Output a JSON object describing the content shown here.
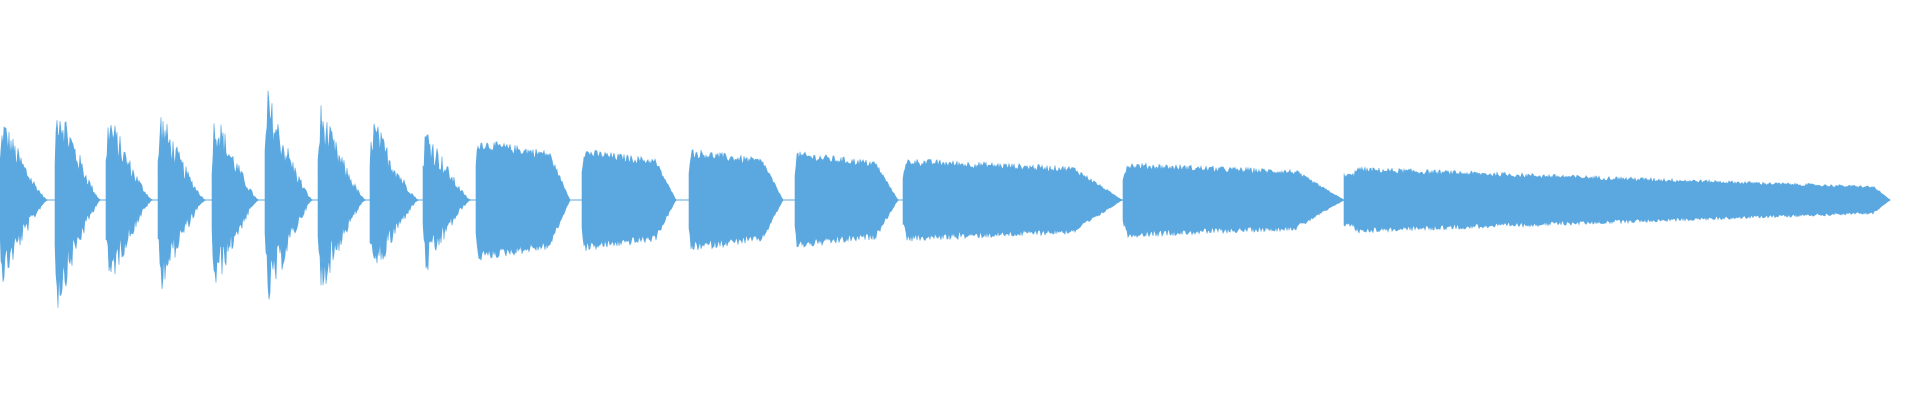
{
  "waveform": {
    "color": "#5ba8e0",
    "background": "#ffffff",
    "segments": [
      {
        "type": "pluck",
        "amplitude": 0.62
      },
      {
        "type": "pluck",
        "amplitude": 0.8
      },
      {
        "type": "pluck",
        "amplitude": 0.66
      },
      {
        "type": "pluck",
        "amplitude": 0.66
      },
      {
        "type": "pluck",
        "amplitude": 0.68
      },
      {
        "type": "pluck",
        "amplitude": 0.8
      },
      {
        "type": "pluck",
        "amplitude": 0.7
      },
      {
        "type": "pluck",
        "amplitude": 0.62
      },
      {
        "type": "pluck",
        "amplitude": 0.56
      },
      {
        "type": "sustain",
        "amplitude": 0.44
      },
      {
        "type": "sustain",
        "amplitude": 0.37
      },
      {
        "type": "sustain",
        "amplitude": 0.37
      },
      {
        "type": "sustain",
        "amplitude": 0.35
      },
      {
        "type": "sustain",
        "amplitude": 0.3
      },
      {
        "type": "sustain",
        "amplitude": 0.27
      },
      {
        "type": "sustain",
        "amplitude": 0.24
      }
    ]
  }
}
